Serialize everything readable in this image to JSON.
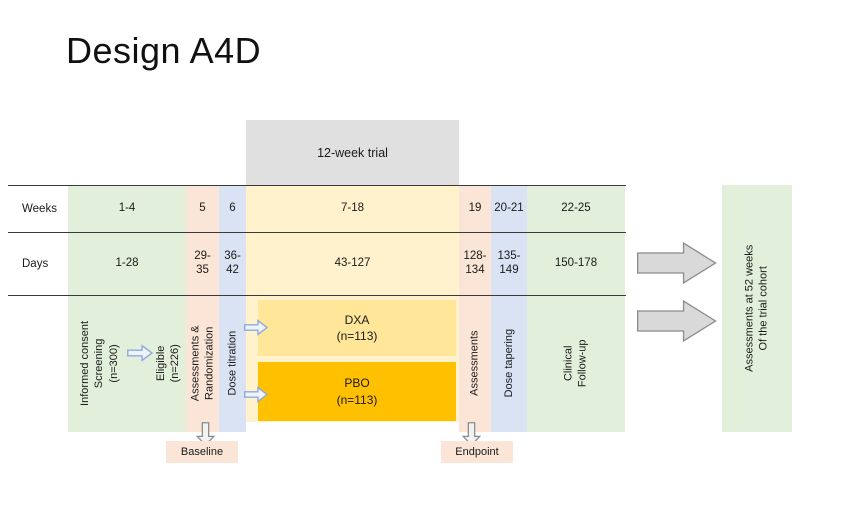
{
  "title": "Design A4D",
  "banner": {
    "label": "12-week trial"
  },
  "axis": {
    "weeks_label": "Weeks",
    "days_label": "Days"
  },
  "columns": [
    {
      "id": "screening",
      "weeks": "1-4",
      "days": "1-28"
    },
    {
      "id": "assess-rand",
      "weeks": "5",
      "days": "29-\n35"
    },
    {
      "id": "titration",
      "weeks": "6",
      "days": "36-\n42"
    },
    {
      "id": "treatment",
      "weeks": "7-18",
      "days": "43-127"
    },
    {
      "id": "assessments",
      "weeks": "19",
      "days": "128-\n134"
    },
    {
      "id": "tapering",
      "weeks": "20-21",
      "days": "135-\n149"
    },
    {
      "id": "followup",
      "weeks": "22-25",
      "days": "150-178"
    }
  ],
  "phases": {
    "screening": "Informed consent\nScreening\n(n=300)",
    "eligible": "Eligible\n(n=226)",
    "assess_rand": "Assessments &\nRandomization",
    "dose_titration": "Dose titration",
    "dxa": "DXA\n(n=113)",
    "pbo": "PBO\n(n=113)",
    "assessments": "Assessments",
    "dose_tapering": "Dose tapering",
    "clinical_followup": "Clinical\nFollow-up"
  },
  "milestones": {
    "baseline": "Baseline",
    "endpoint": "Endpoint"
  },
  "outcome": {
    "label": "Assessments at 52 weeks\nOf the trial cohort"
  },
  "palette": {
    "green": "#E2EFDA",
    "salmon": "#FBE5D6",
    "blue": "#DAE3F3",
    "yellow": "#FFF2CC",
    "dxa_gold": "#FFE699",
    "pbo_orange": "#FFC000",
    "banner_gray": "#E0E0E0",
    "arrow_gray": "#D9D9D9"
  }
}
